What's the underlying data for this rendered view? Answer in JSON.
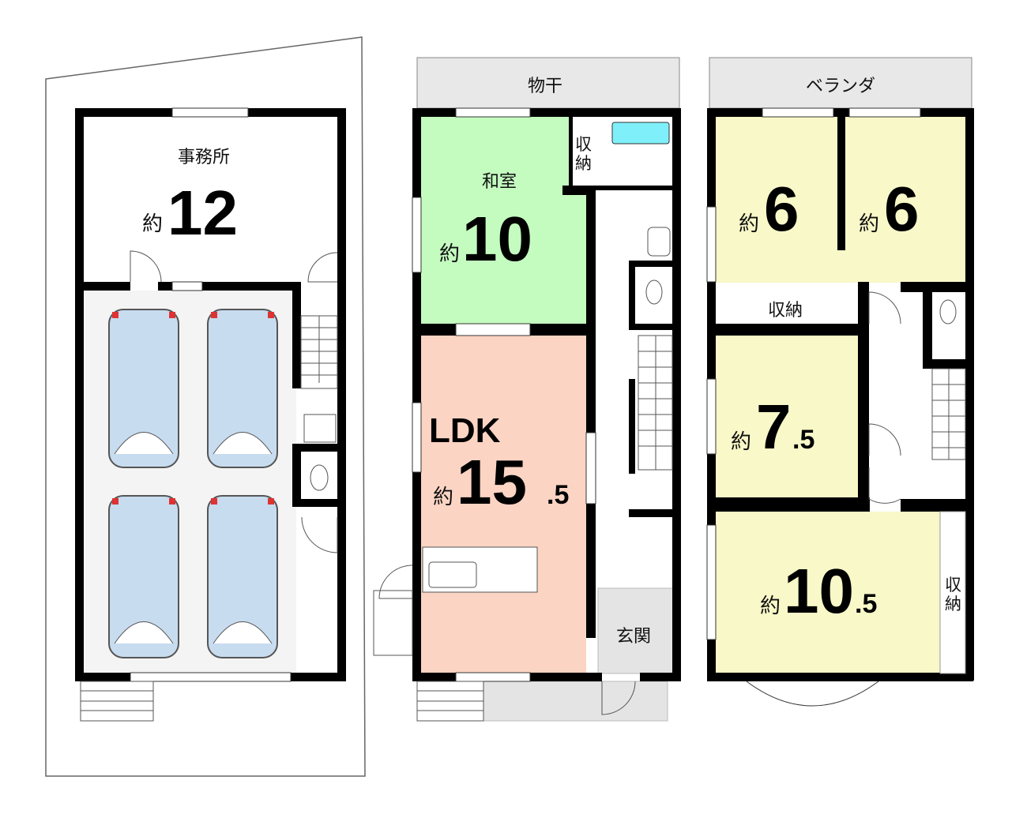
{
  "colors": {
    "japanese_room": "#c4fcc0",
    "ldk": "#fcd4c4",
    "bedroom": "#f8f8c8",
    "car": "#c8dcf0",
    "bath": "#7ff0fa",
    "entrance": "#e4e4e4"
  },
  "floor1": {
    "office": {
      "name": "事務所",
      "prefix": "約",
      "size": "12"
    }
  },
  "floor2": {
    "balcony": "物干",
    "storage": [
      "収",
      "納"
    ],
    "japanese_room": {
      "name": "和室",
      "prefix": "約",
      "size": "10"
    },
    "ldk": {
      "name": "LDK",
      "prefix": "約",
      "size": "15",
      "decimal": ".5"
    },
    "entrance": "玄関"
  },
  "floor3": {
    "balcony": "ベランダ",
    "room_a": {
      "prefix": "約",
      "size": "6"
    },
    "room_b": {
      "prefix": "約",
      "size": "6"
    },
    "storage_mid": "収納",
    "room_c": {
      "prefix": "約",
      "size": "7",
      "decimal": ".5"
    },
    "room_d": {
      "prefix": "約",
      "size": "10",
      "decimal": ".5"
    },
    "storage_side": [
      "収",
      "納"
    ]
  }
}
